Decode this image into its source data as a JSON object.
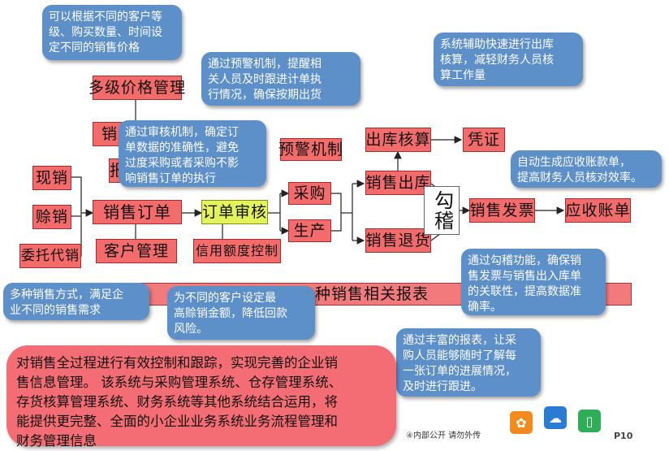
{
  "colors": {
    "box_fill": "#f46b6b",
    "review_fill": "#e4f35a",
    "callout_fill": "#5d8fc9",
    "summary_fill": "#f46d74"
  },
  "nodes": {
    "multi_price": "多级价格管理",
    "sales_quote_partial": "销",
    "report_partial": "报",
    "cash_sales": "现销",
    "credit_sales": "赊销",
    "consignment": "委托代销",
    "sales_order": "销售订单",
    "order_review": "订单审核",
    "purchase": "采购",
    "production": "生产",
    "warning": "预警机制",
    "outbound_accounting": "出库核算",
    "voucher": "凭证",
    "sales_outbound": "销售出库",
    "sales_return": "销售退货",
    "reconcile": "勾稽",
    "sales_invoice": "销售发票",
    "receivable": "应收账单",
    "customer_mgmt": "客户管理",
    "credit_control": "信用额度控制",
    "reports": "多种销售相关报表"
  },
  "callouts": {
    "price": "可以根据不同的客户等\n级、购买数量、时间设\n定不同的销售价格",
    "review": "通过审核机制，确定订\n单数据的准确性，避免\n过度采购或者采购不影\n响销售订单的执行",
    "warning": " 通过预警机制，提醒相\n关人员及时跟进计单执\n行情况，确保按期出货",
    "outbound": "系统辅助快速进行出库\n核算，减轻财务人员核\n算工作量",
    "receivable": "自动生成应收账款单，\n提高财务人员核对效率。",
    "reconcile": "通过勾稽功能，确保销\n售发票与销售出入库单\n的关联性，提高数据准\n确率。",
    "sales_methods": "多种销售方式，满足企\n业不同的销售需求",
    "credit": " 为不同的客户设定最\n高赊销金额，降低回款\n风险。",
    "reports": "通过丰富的报表，让采\n购人员能够随时了解每\n一张订单的进展情况，\n及时进行跟进。"
  },
  "summary": "对销售全过程进行有效控制和跟踪，实现完善的企业销\n售信息管理。 该系统与采购管理系统、仓存管理系统、\n存货核算管理系统、财务系统等其他系统结合运用，将\n能提供更完整、全面的小企业业务系统业务流程管理和\n财务管理信息",
  "footer": {
    "notice": "④内部公开 请勿外传",
    "page": "P10"
  },
  "icons": [
    "share-icon",
    "cloud-icon",
    "phone-icon"
  ]
}
